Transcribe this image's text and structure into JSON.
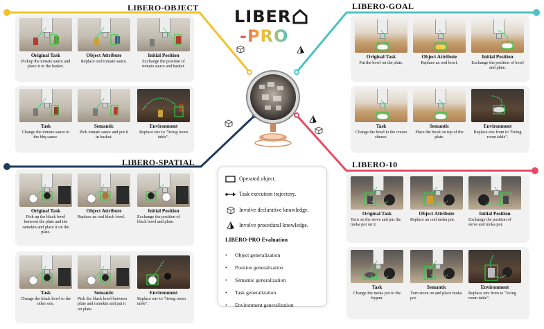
{
  "logo": {
    "line1": "LIBER",
    "line2": "-PRO"
  },
  "colors": {
    "object": "#f2c12e",
    "goal": "#4cc2c4",
    "spatial": "#1f3b5c",
    "ten": "#e84a5f",
    "traj": "#37d37a",
    "box": "#2ecc40"
  },
  "sections": {
    "object": {
      "title": "LIBERO-OBJECT",
      "cells": [
        {
          "label": "Original Task",
          "desc": "Pickup the tomato sauce and place it in the basket."
        },
        {
          "label": "Object Attribute",
          "desc": "Replace ood tomato sauce."
        },
        {
          "label": "Initial Position",
          "desc": "Exchange the position of tomato sauce and basket."
        },
        {
          "label": "Task",
          "desc": "Change the tomato sauce to the bbq sauce."
        },
        {
          "label": "Semantic",
          "desc": "Pick tomato sauce and put it in basket."
        },
        {
          "label": "Environment",
          "desc": "Replace env to \"living room table\"."
        }
      ]
    },
    "goal": {
      "title": "LIBERO-GOAL",
      "cells": [
        {
          "label": "Original Task",
          "desc": "Put the bowl on the plate."
        },
        {
          "label": "Object Attribute",
          "desc": "Replace an ood bowl."
        },
        {
          "label": "Initial Position",
          "desc": "Exchange the position of bowl and plate."
        },
        {
          "label": "Task",
          "desc": "Change the bowl to the cream cheese."
        },
        {
          "label": "Semantic",
          "desc": "Place the bowl on top of the plate."
        },
        {
          "label": "Environment",
          "desc": "Replace env from to \"living room table\"."
        }
      ]
    },
    "spatial": {
      "title": "LIBERO-SPATIAL",
      "cells": [
        {
          "label": "Original Task",
          "desc": "Pick up the black bowl between the plate and the ramekin and place it on the plate."
        },
        {
          "label": "Object Attribute",
          "desc": "Replace an ood black bowl."
        },
        {
          "label": "Initial Position",
          "desc": "Exchange the position of black bowl and plate."
        },
        {
          "label": "Task",
          "desc": "Change the black bowl to the other one."
        },
        {
          "label": "Semantic",
          "desc": "Pick the black bowl between plate and ramekin and put it on plate."
        },
        {
          "label": "Environment",
          "desc": "Replace env to \"living room table\"."
        }
      ]
    },
    "ten": {
      "title": "LIBERO-10",
      "cells": [
        {
          "label": "Original Task",
          "desc": "Turn on the stove and put the moka pot on it."
        },
        {
          "label": "Object Attribute",
          "desc": "Replace an ood moka pot."
        },
        {
          "label": "Initial Position",
          "desc": "Exchange the position of stove and moka pot."
        },
        {
          "label": "Task",
          "desc": "Change the moka pot to the frypan."
        },
        {
          "label": "Semantic",
          "desc": "Turn stove on and place moka pot."
        },
        {
          "label": "Environment",
          "desc": "Replace env from to \"living room table\"."
        }
      ]
    }
  },
  "legend": {
    "operated": "Operated object.",
    "trajectory": "Task execution trajectory.",
    "declarative": "Involve declarative knowledge.",
    "procedural": "Involve procedural knowledge.",
    "eval_title": "LIBERO-PRO Evaluation",
    "items": [
      "Object generalization",
      "Position generalization",
      "Semantic generalization",
      "Task generalization",
      "Environment generalization"
    ],
    "bullet": "•"
  }
}
